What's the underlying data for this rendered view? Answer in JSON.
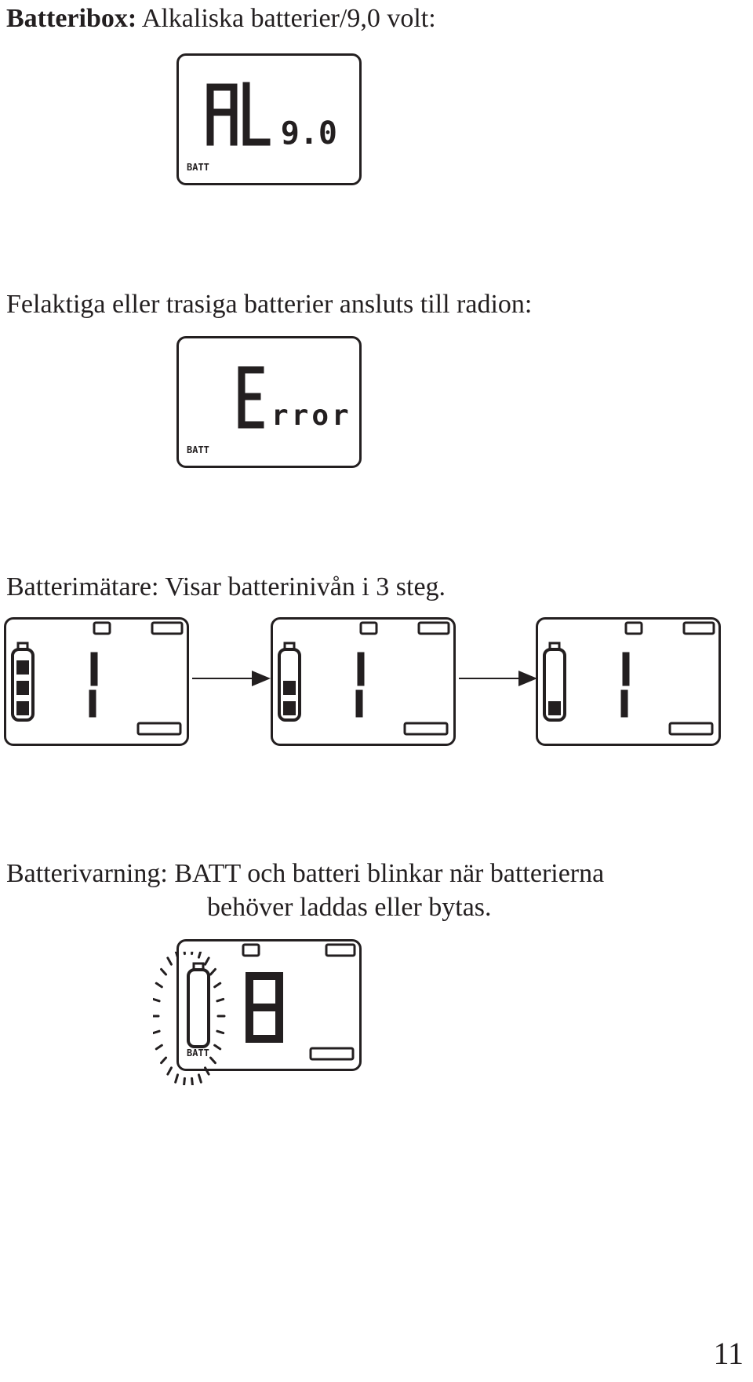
{
  "sections": {
    "box": {
      "label_bold": "Batteribox:",
      "label_rest": " Alkaliska batterier/9,0 volt:"
    },
    "error": {
      "label": "Felaktiga eller trasiga batterier ansluts till radion:"
    },
    "meter": {
      "label": "Batterimätare: Visar batterinivån i 3 steg."
    },
    "warning": {
      "line1": "Batterivarning: BATT och batteri blinkar när batterierna",
      "line2": "behöver laddas eller bytas."
    }
  },
  "lcd": {
    "batt_label": "BATT",
    "box_mode": "AL",
    "box_voltage": "9.0",
    "error_text": "Error",
    "meter_channel_digit": "1",
    "warning_digit": "8",
    "meter_levels": [
      3,
      2,
      1
    ]
  },
  "page": {
    "number": "11"
  }
}
